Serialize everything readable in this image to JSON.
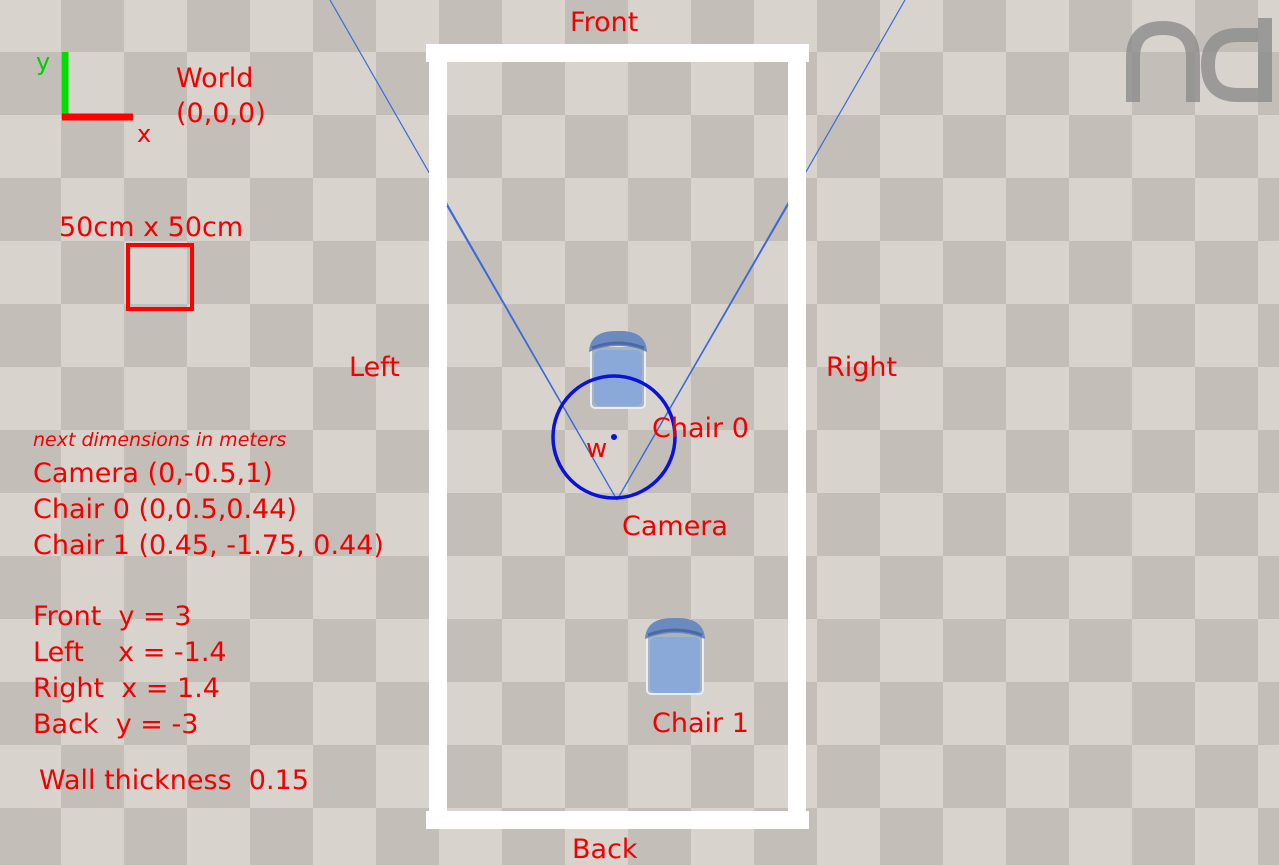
{
  "colors": {
    "label": "#ff0000",
    "wall": "#ffffff",
    "camera_circle": "#0a12d8",
    "fov_line": "#3a6ad8",
    "axis_y": "#00dd00",
    "axis_x": "#ff0000",
    "tile_light": "#d8d4cd",
    "tile_dark": "#c3bfb8",
    "chair_seat": "#8aa8d8",
    "logo": "#8c8c8c"
  },
  "world_axes": {
    "y_label": "y",
    "x_label": "x",
    "title_line1": "World",
    "title_line2": "(0,0,0)"
  },
  "scale_box": {
    "label": "50cm x 50cm"
  },
  "walls": {
    "front": "Front",
    "back": "Back",
    "left": "Left",
    "right": "Right"
  },
  "objects": {
    "chair0": "Chair 0",
    "chair1": "Chair 1",
    "camera": "Camera",
    "camera_marker": "w"
  },
  "notes": {
    "heading": "next dimensions in  meters",
    "lines": [
      "Camera (0,-0.5,1)",
      "Chair 0 (0,0.5,0.44)",
      "Chair 1 (0.45, -1.75, 0.44)"
    ],
    "walls": [
      "Front  y = 3",
      "Left    x = -1.4",
      "Right  x = 1.4",
      "Back  y = -3"
    ],
    "thickness": "Wall thickness  0.15"
  },
  "logo_icon": "nd-logo-icon"
}
